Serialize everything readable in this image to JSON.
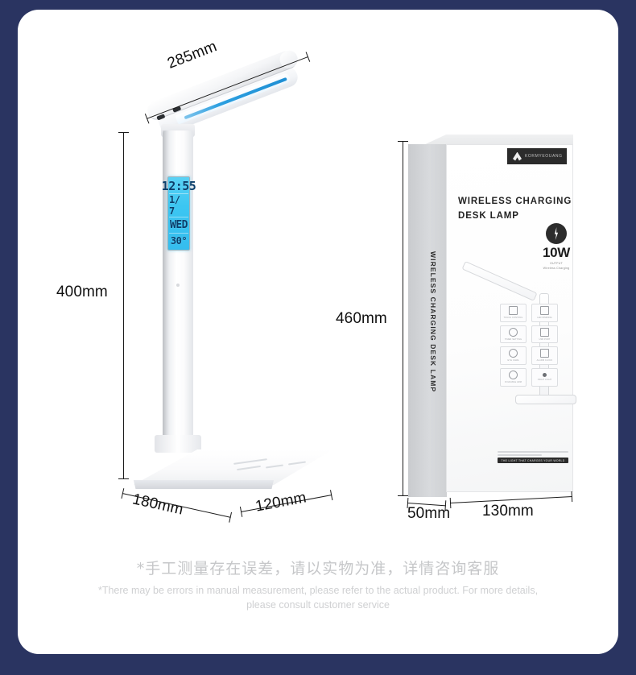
{
  "theme": {
    "border_color": "#2a3461",
    "panel_color": "#ffffff",
    "dimension_text_color": "#111111",
    "led_accent_color": "#2b9fe0",
    "lcd_backlight_color": "#3cc6f2",
    "disclaimer_color": "#c6c7c9"
  },
  "dimensions": {
    "lamp_head_length": "285mm",
    "lamp_height": "400mm",
    "base_depth": "180mm",
    "base_width": "120mm",
    "box_height": "460mm",
    "box_depth": "50mm",
    "box_width": "130mm"
  },
  "lcd": {
    "time": "12:55",
    "date": "1/ 7",
    "weekday": "WED",
    "temperature": "30°"
  },
  "package": {
    "brand_logo_text": "KORMYEOUANG",
    "title_line1": "WIRELESS CHARGING",
    "title_line2": "DESK LAMP",
    "spine_text": "WIRELESS CHARGING DESK LAMP",
    "power_badge": "10W",
    "power_badge_sub1": "OUTPUT",
    "power_badge_sub2": "Wireless Charging",
    "bottom_bar_text": "THE LIGHT THAT CHARGES YOUR WORLD",
    "features": [
      {
        "caption": "TOUCH\nCONTROL",
        "glyph": "square"
      },
      {
        "caption": "LED\nDIMMING",
        "glyph": "square"
      },
      {
        "caption": "TIMER\nSETTING",
        "glyph": "round"
      },
      {
        "caption": "USB\nPORT",
        "glyph": "square"
      },
      {
        "caption": "EYE\nCARE",
        "glyph": "round"
      },
      {
        "caption": "ALARM\nCLOCK",
        "glyph": "square"
      },
      {
        "caption": "FOLDABLE\nARM",
        "glyph": "round"
      },
      {
        "caption": "NIGHT\nLIGHT",
        "glyph": "dot"
      }
    ]
  },
  "disclaimer": {
    "chinese": "*手工测量存在误差，请以实物为准，详情咨询客服",
    "english_line1": "*There may be errors in manual measurement, please refer to the actual product. For more details,",
    "english_line2": "please consult customer service"
  }
}
